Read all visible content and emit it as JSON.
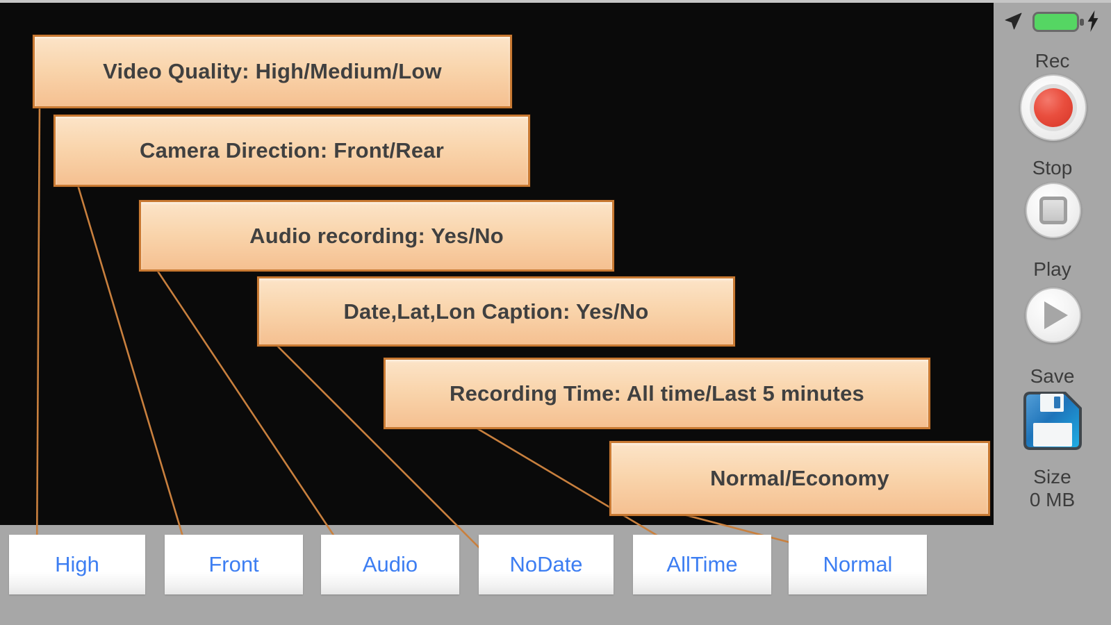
{
  "annotations": {
    "items": [
      {
        "label": "Video Quality: High/Medium/Low"
      },
      {
        "label": "Camera Direction: Front/Rear"
      },
      {
        "label": "Audio recording: Yes/No"
      },
      {
        "label": "Date,Lat,Lon Caption: Yes/No"
      },
      {
        "label": "Recording Time: All time/Last 5 minutes"
      },
      {
        "label": "Normal/Economy"
      }
    ]
  },
  "option_buttons": [
    {
      "label": "High"
    },
    {
      "label": "Front"
    },
    {
      "label": "Audio"
    },
    {
      "label": "NoDate"
    },
    {
      "label": "AllTime"
    },
    {
      "label": "Normal"
    }
  ],
  "sidebar": {
    "rec_label": "Rec",
    "stop_label": "Stop",
    "play_label": "Play",
    "save_label": "Save",
    "size_label": "Size",
    "size_value": "0 MB"
  },
  "status_icons": {
    "location": "location-arrow-icon",
    "battery": "battery-full-icon",
    "charging": "lightning-bolt-icon"
  },
  "colors": {
    "accent_orange": "#c9803e",
    "callout_border": "#c97a33",
    "callout_fill_top": "#fce4c8",
    "callout_fill_bottom": "#f5c091",
    "callout_text": "#404040",
    "option_text_blue": "#3d7ef2",
    "battery_green": "#55d663",
    "record_red": "#e64537",
    "floppy_blue": "#1878c0",
    "background_gray": "#a7a7a7",
    "viewport_black": "#0a0a0a"
  }
}
